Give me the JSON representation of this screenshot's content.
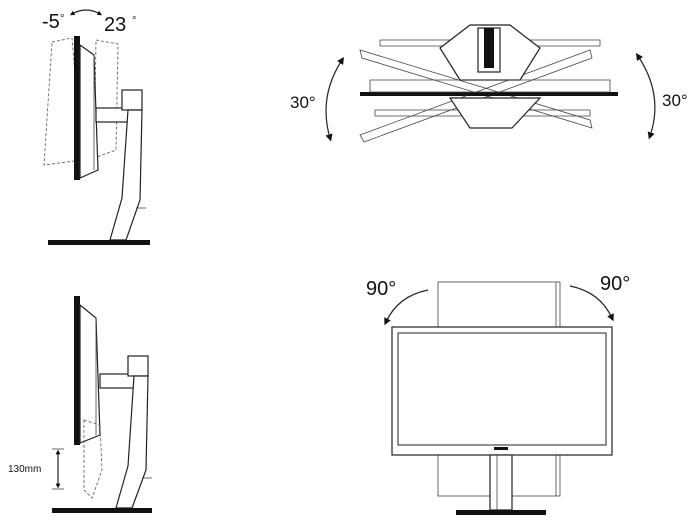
{
  "tilt": {
    "label_back": "-5",
    "label_fwd": "23",
    "deg": "°"
  },
  "swivel": {
    "label_left": "30°",
    "label_right": "30°"
  },
  "height": {
    "label": "130mm"
  },
  "pivot": {
    "label_left": "90°",
    "label_right": "90°"
  },
  "colors": {
    "ink": "#111111",
    "line": "#222222",
    "ghost": "#666666"
  }
}
